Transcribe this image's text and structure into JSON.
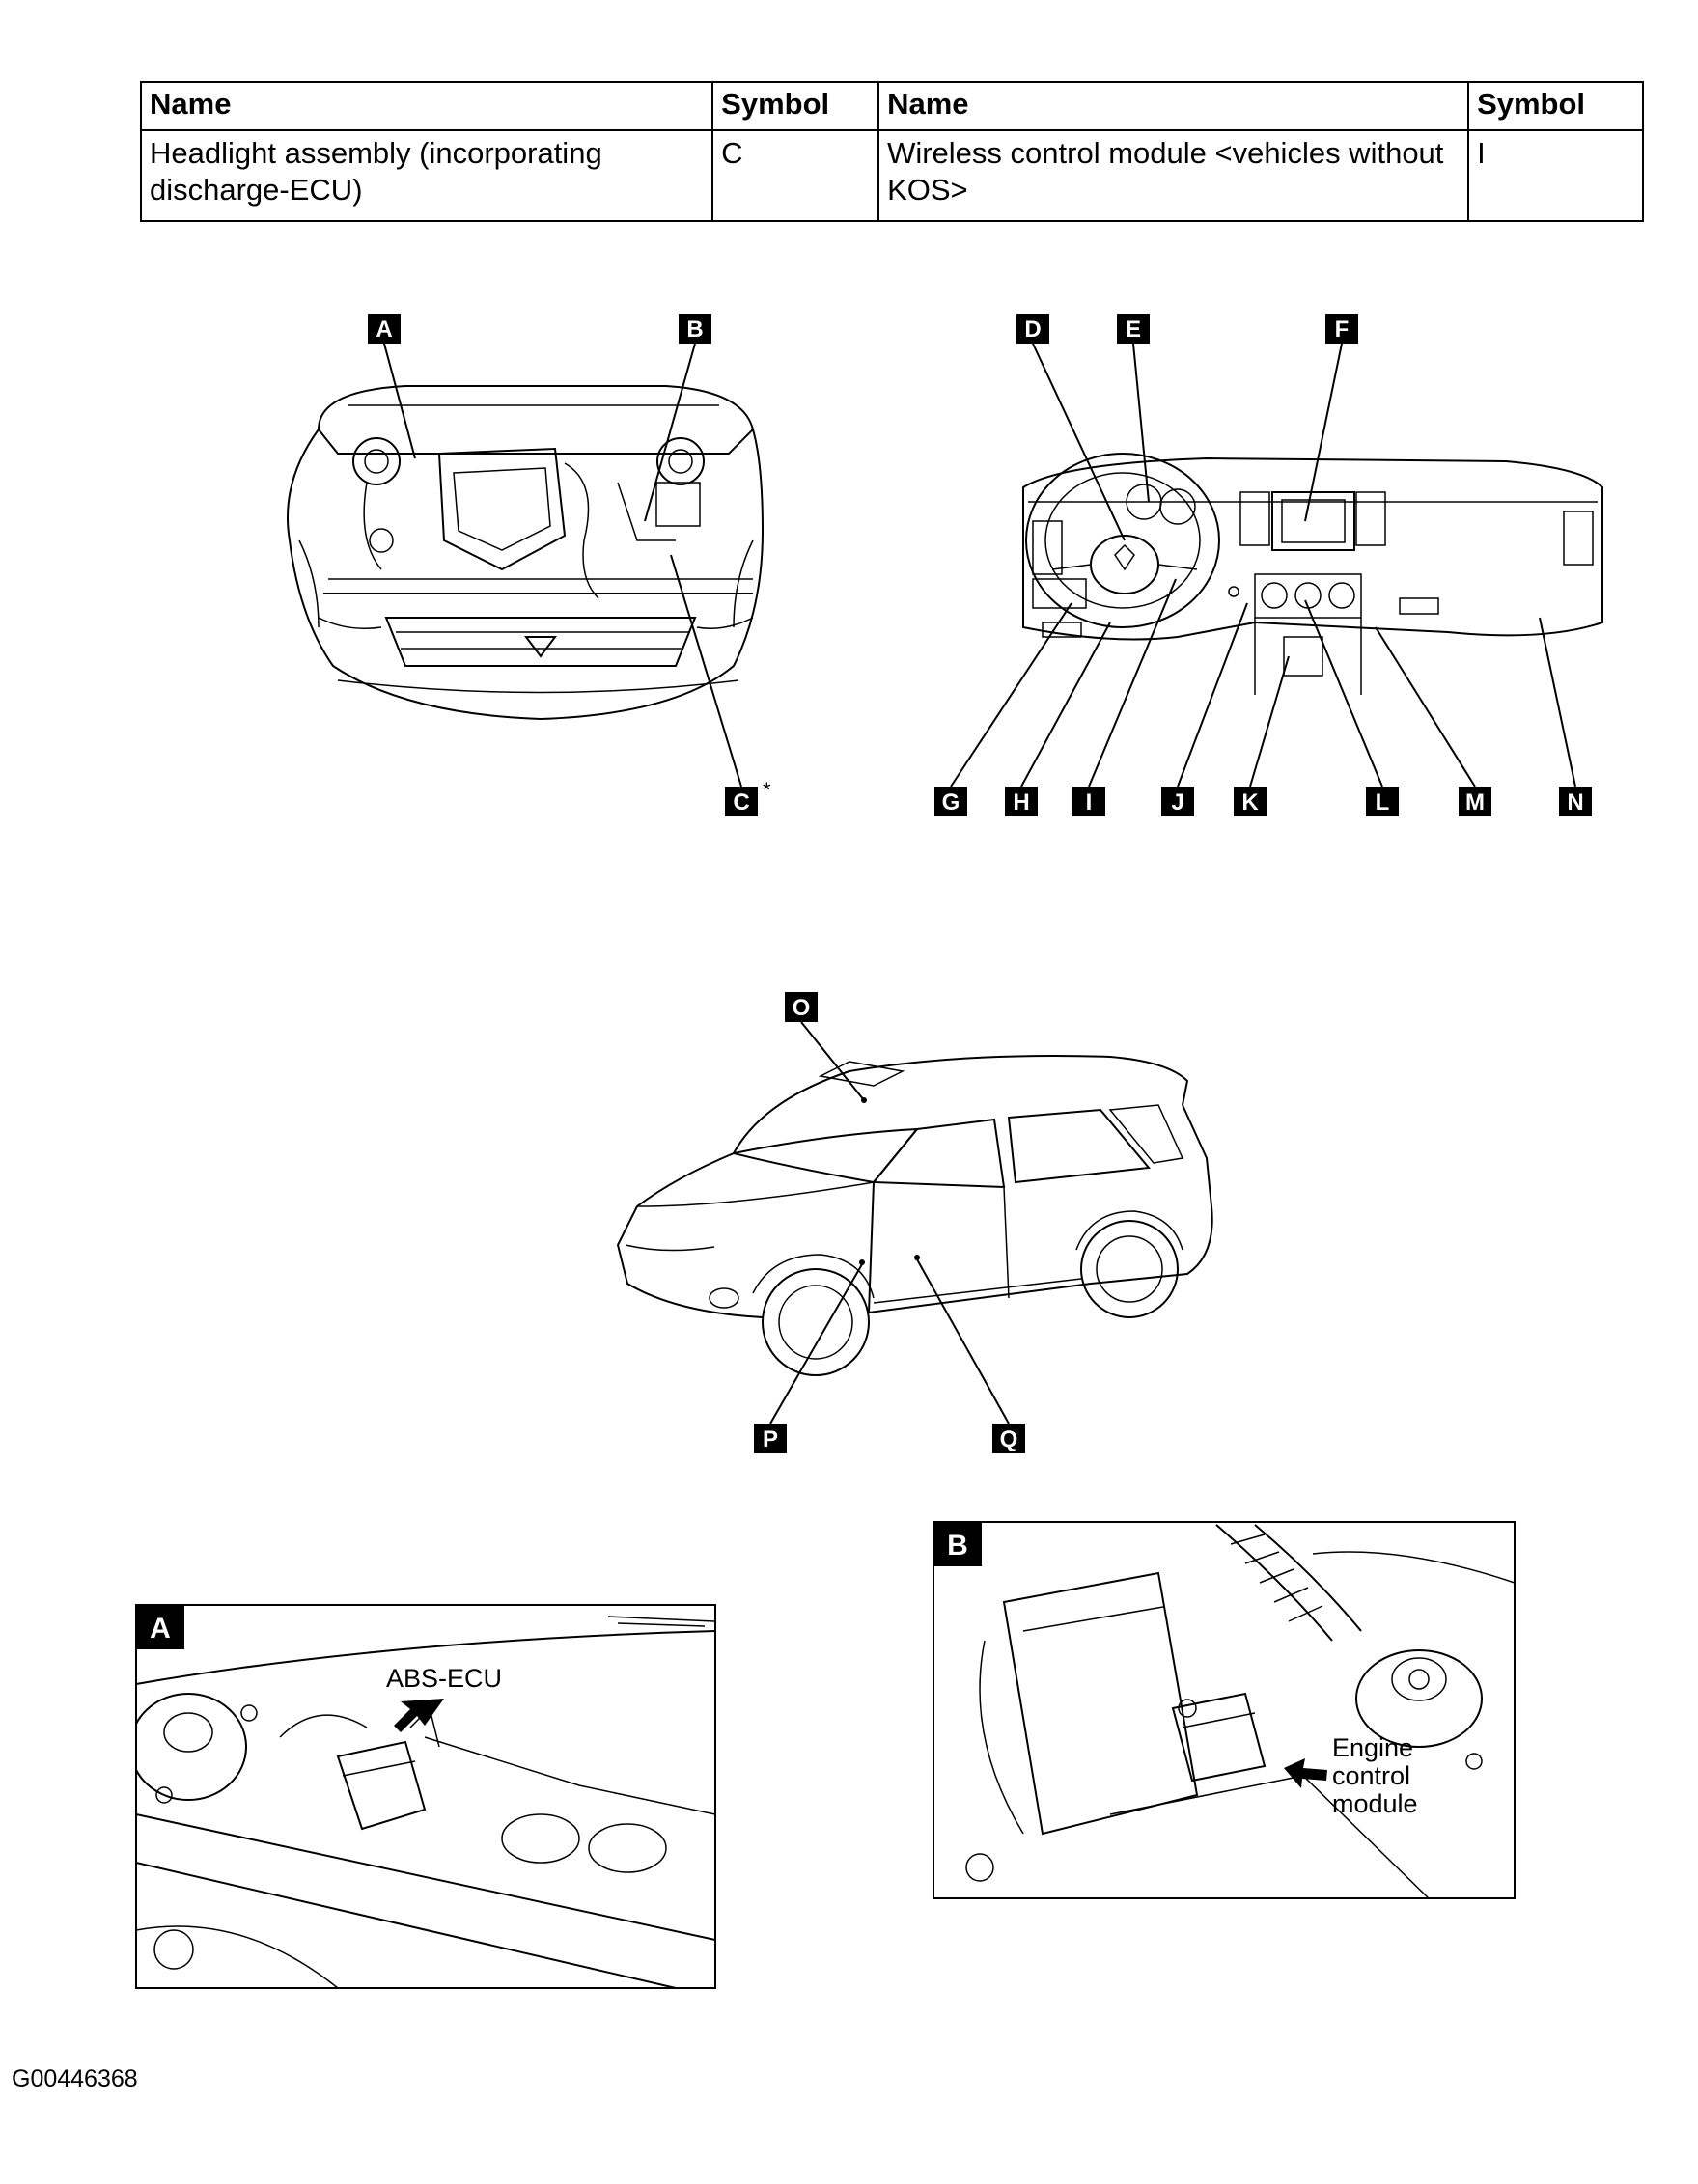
{
  "parts_table": {
    "headers": [
      "Name",
      "Symbol",
      "Name",
      "Symbol"
    ],
    "rows": [
      {
        "name1": "Headlight assembly (incorporating discharge-ECU)",
        "symbol1": "C",
        "name2": "Wireless control module <vehicles without KOS>",
        "symbol2": "I"
      }
    ]
  },
  "labels": {
    "engine_bay": [
      "A",
      "B",
      "C"
    ],
    "c_note": "*",
    "dashboard": [
      "D",
      "E",
      "F",
      "G",
      "H",
      "I",
      "J",
      "K",
      "L",
      "M",
      "N"
    ],
    "vehicle": [
      "O",
      "P",
      "Q"
    ]
  },
  "details": {
    "a": {
      "badge": "A",
      "callout": "ABS-ECU"
    },
    "b": {
      "badge": "B",
      "callout": [
        "Engine",
        "control",
        "module"
      ]
    }
  },
  "figure_id": "G00446368"
}
